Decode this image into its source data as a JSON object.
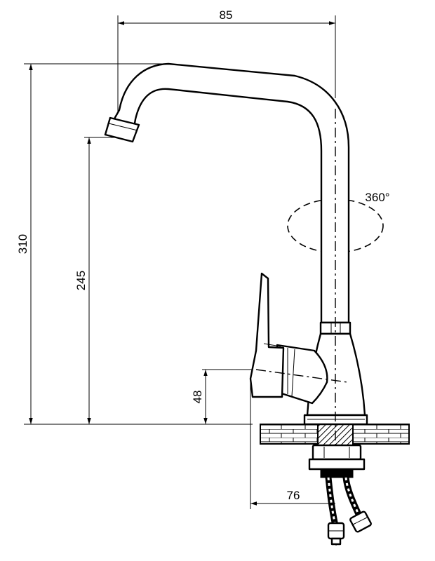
{
  "dimensions": {
    "width_top": "85",
    "total_height": "310",
    "spout_height": "245",
    "lever_height": "48",
    "base_offset": "76",
    "rotation": "360°"
  }
}
